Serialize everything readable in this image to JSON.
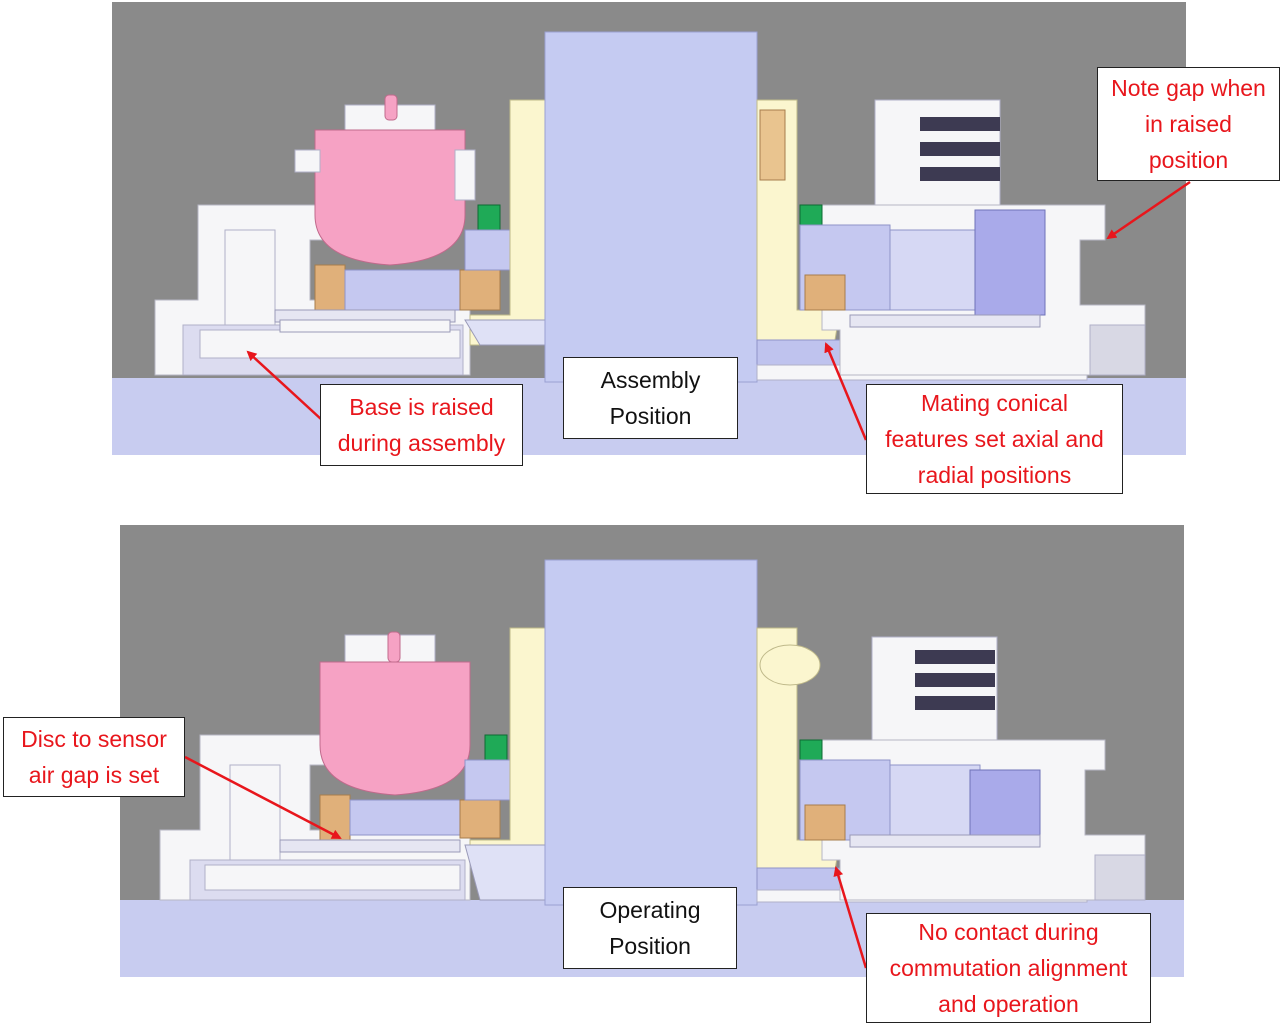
{
  "colors": {
    "background_gray": "#8a8a8a",
    "base_lavender": "#c8ccf0",
    "shaft": "#c5cbf2",
    "housing_white": "#f6f6f8",
    "cream": "#fbf6cf",
    "pink": "#f6a2c4",
    "green": "#1faa57",
    "tan": "#e0b07a",
    "purple_part": "#a9aaea",
    "connector_dark": "#3d3a52",
    "annotation_red": "#e8161c"
  },
  "top_panel": {
    "position_label": [
      "Assembly",
      "Position"
    ],
    "callouts": {
      "note_gap": [
        "Note gap when",
        "in raised",
        "position"
      ],
      "base_raised": [
        "Base is raised",
        "during assembly"
      ],
      "mating_conical": [
        "Mating conical",
        "features set axial and",
        "radial positions"
      ]
    }
  },
  "bottom_panel": {
    "position_label": [
      "Operating",
      "Position"
    ],
    "callouts": {
      "disc_sensor": [
        "Disc to sensor",
        "air gap is set"
      ],
      "no_contact": [
        "No contact during",
        "commutation alignment",
        "and operation"
      ]
    }
  }
}
